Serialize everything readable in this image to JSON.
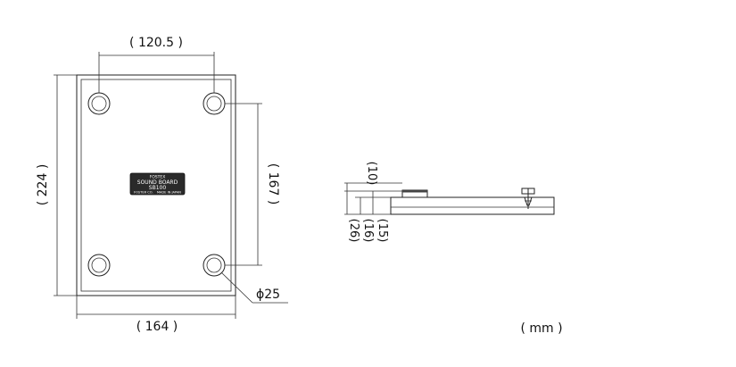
{
  "dimensions": {
    "top_width": "( 120.5 )",
    "left_height": "( 224 )",
    "right_height": "( 167 )",
    "bottom_width": "( 164 )",
    "hole_diameter": "ϕ25",
    "side_top": "(10)",
    "side_total": "(26)",
    "side_mid": "(16)",
    "side_base": "(15)"
  },
  "unit_label": "( mm )",
  "badge": {
    "brand": "FOSTEX",
    "line1": "SOUND BOARD",
    "line2": "SB100",
    "footer_left": "FOSTER CO.",
    "footer_right": "MADE IN JAPAN"
  },
  "colors": {
    "line": "#222222",
    "badge_bg": "#2a2a2a",
    "badge_text": "#ffffff"
  }
}
